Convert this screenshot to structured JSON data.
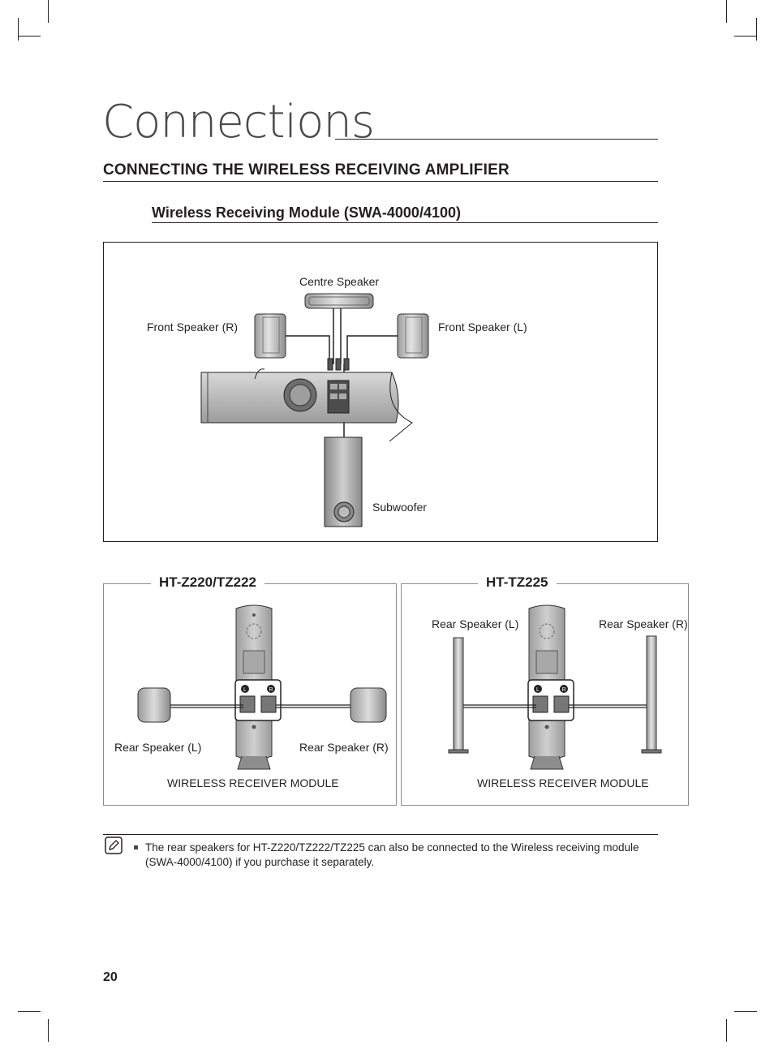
{
  "header": {
    "title": "Connections"
  },
  "section": {
    "heading": "CONNECTING THE WIRELESS RECEIVING AMPLIFIER",
    "subheading": "Wireless Receiving Module (SWA-4000/4100)"
  },
  "main_diagram": {
    "centre_speaker": "Centre Speaker",
    "front_right": "Front Speaker (R)",
    "front_left": "Front Speaker (L)",
    "subwoofer": "Subwoofer"
  },
  "panels": [
    {
      "title": "HT-Z220/TZ222",
      "rear_left": "Rear Speaker (L)",
      "rear_right": "Rear Speaker (R)",
      "module_label": "WIRELESS RECEIVER MODULE"
    },
    {
      "title": "HT-TZ225",
      "rear_left": "Rear Speaker (L)",
      "rear_right": "Rear Speaker (R)",
      "module_label": "WIRELESS RECEIVER MODULE"
    }
  ],
  "module_badges": {
    "left": "L",
    "right": "R"
  },
  "note": {
    "icon": "note-pencil-icon",
    "text": "The rear speakers for HT-Z220/TZ222/TZ225 can also be connected to the Wireless receiving module (SWA-4000/4100) if you  purchase it separately."
  },
  "footer": {
    "page_number": "20"
  }
}
